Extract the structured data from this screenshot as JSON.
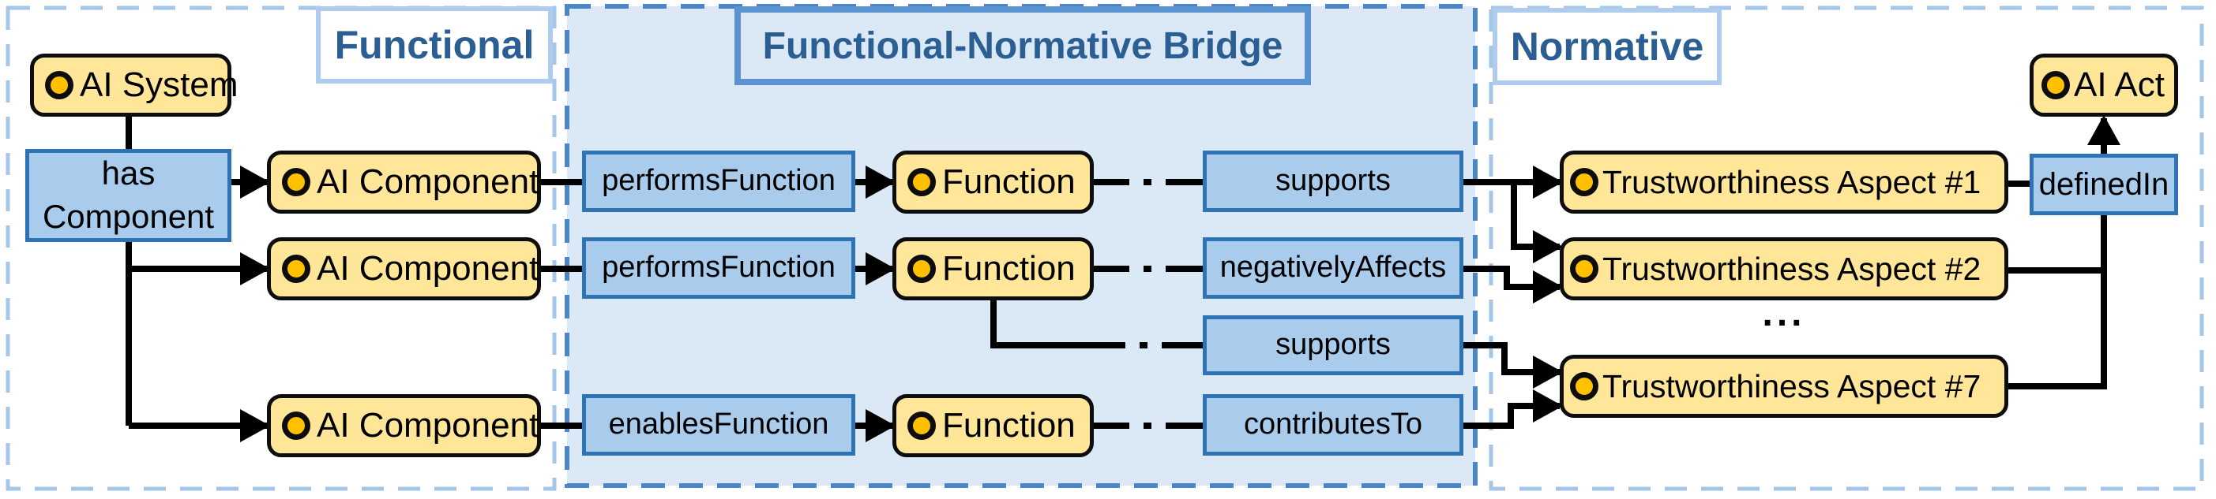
{
  "panels": {
    "functional": {
      "title": "Functional"
    },
    "bridge": {
      "title": "Functional-Normative Bridge"
    },
    "normative": {
      "title": "Normative"
    }
  },
  "nodes": {
    "ai_system": {
      "label": "AI System"
    },
    "ai_component_1": {
      "label": "AI Component"
    },
    "ai_component_2": {
      "label": "AI Component"
    },
    "ai_component_3": {
      "label": "AI Component"
    },
    "function_1": {
      "label": "Function"
    },
    "function_2": {
      "label": "Function"
    },
    "function_3": {
      "label": "Function"
    },
    "aspect_1": {
      "label": "Trustworthiness Aspect #1"
    },
    "aspect_2": {
      "label": "Trustworthiness Aspect #2"
    },
    "aspect_7": {
      "label": "Trustworthiness Aspect #7"
    },
    "ai_act": {
      "label": "AI Act"
    }
  },
  "relations": {
    "has_component": {
      "label": "has Component"
    },
    "performs_function_1": {
      "label": "performsFunction"
    },
    "performs_function_2": {
      "label": "performsFunction"
    },
    "enables_function": {
      "label": "enablesFunction"
    },
    "supports_1": {
      "label": "supports"
    },
    "negatively_affects": {
      "label": "negativelyAffects"
    },
    "supports_2": {
      "label": "supports"
    },
    "contributes_to": {
      "label": "contributesTo"
    },
    "defined_in": {
      "label": "definedIn"
    }
  },
  "ellipsis": {
    "label": "..."
  },
  "colors": {
    "node_fill": "#FFE699",
    "node_icon": "#FFC000",
    "relation_fill": "#A9CCEC",
    "relation_border": "#2E74B5",
    "bridge_panel_fill": "#DBE8F6",
    "panel_border_light": "#A4C6E8",
    "panel_border_dark": "#4A86C8",
    "title_text": "#2B5E92",
    "connector": "#000000"
  }
}
